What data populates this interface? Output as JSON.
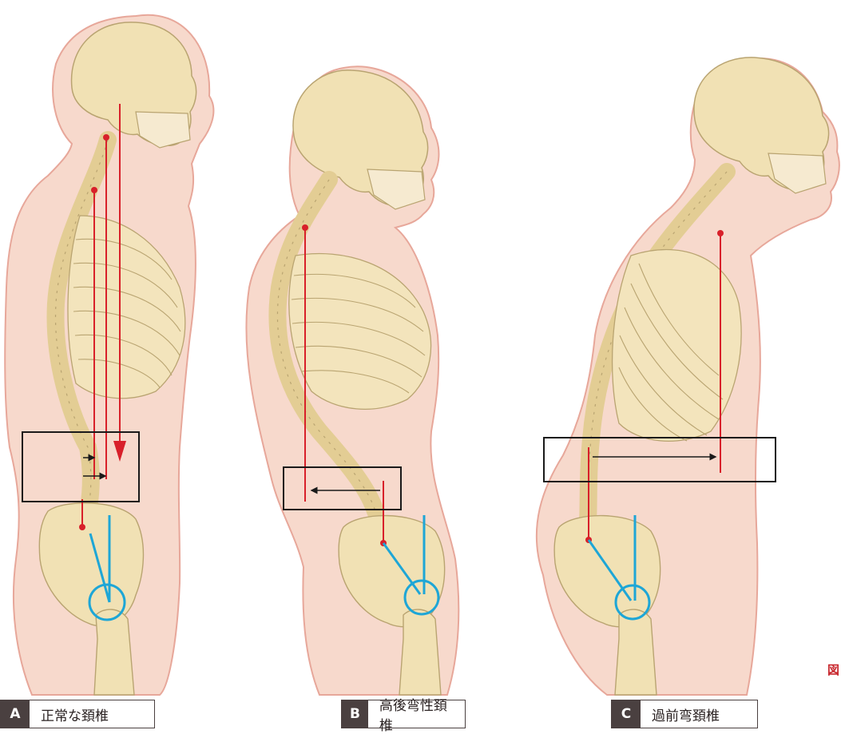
{
  "figures": [
    {
      "letter": "A",
      "label": "正常な頚椎"
    },
    {
      "letter": "B",
      "label": "高後弯性頚椎"
    },
    {
      "letter": "C",
      "label": "過前弯頚椎"
    }
  ],
  "figure_mark": "図",
  "colors": {
    "skin": "#f7d9cc",
    "skin_outline": "#e7a79a",
    "bone": "#f1e1b4",
    "bone_outline": "#b9a471",
    "gravity_line": "#d8202a",
    "pelvic_line": "#1ea6d6",
    "frame": "#1a1a1a",
    "caption_dark": "#4a4040"
  }
}
